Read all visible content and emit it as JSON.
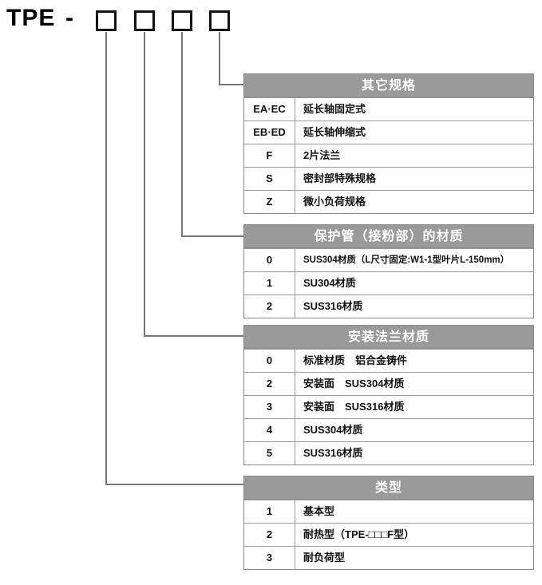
{
  "model_code": {
    "prefix": "TPE",
    "separator": "-",
    "slot_count": 4,
    "slots": [
      "",
      "",
      "",
      ""
    ]
  },
  "colors": {
    "header_bar": "#9a9a9a",
    "header_text": "#ffffff",
    "table_border": "#8a8a8a",
    "row_border": "#9a9a9a",
    "connector": "#777777",
    "text": "#111111",
    "background": "#ffffff"
  },
  "tables": [
    {
      "id": "other-specifications",
      "title": "其它规格",
      "rows": [
        {
          "code": "EA·EC",
          "desc": "延长轴固定式"
        },
        {
          "code": "EB·ED",
          "desc": "延长轴伸缩式"
        },
        {
          "code": "F",
          "desc": "2片法兰"
        },
        {
          "code": "S",
          "desc": "密封部特殊规格"
        },
        {
          "code": "Z",
          "desc": "微小负荷规格"
        }
      ]
    },
    {
      "id": "protective-tube-material",
      "title": "保护管（接粉部）的材质",
      "rows": [
        {
          "code": "0",
          "desc": "SUS304材质（L尺寸固定:W1-1型叶片L-150mm）",
          "small": true
        },
        {
          "code": "1",
          "desc": "SU304材质"
        },
        {
          "code": "2",
          "desc": "SUS316材质"
        }
      ]
    },
    {
      "id": "mounting-flange-material",
      "title": "安装法兰材质",
      "rows": [
        {
          "code": "0",
          "desc": "标准材质　铝合金铸件"
        },
        {
          "code": "2",
          "desc": "安装面　SUS304材质"
        },
        {
          "code": "3",
          "desc": "安装面　SUS316材质"
        },
        {
          "code": "4",
          "desc": "SUS304材质"
        },
        {
          "code": "5",
          "desc": "SUS316材质"
        }
      ]
    },
    {
      "id": "type",
      "title": "类型",
      "rows": [
        {
          "code": "1",
          "desc": "基本型"
        },
        {
          "code": "2",
          "desc": "耐热型（TPE-□□□F型）"
        },
        {
          "code": "3",
          "desc": "耐负荷型"
        }
      ]
    }
  ]
}
